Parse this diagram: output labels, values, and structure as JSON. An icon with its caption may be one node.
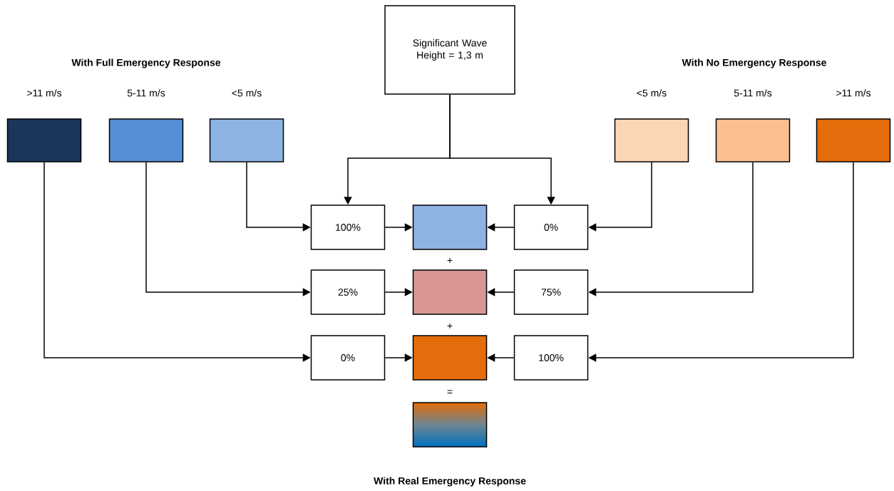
{
  "diagram": {
    "nodes": [
      {
        "text": [
          "Significant Wave Height = 1,3 m"
        ]
      },
      {
        "text": [
          ">11 m/s"
        ]
      },
      {
        "text": [
          "5-11 m/s"
        ]
      },
      {
        "text": [
          "<5 m/s"
        ]
      },
      {
        "text": [
          "<5 m/s"
        ]
      },
      {
        "text": [
          "5-11 m/s"
        ]
      },
      {
        "text": [
          ">11 m/s"
        ]
      },
      {
        "text": [
          "100%"
        ]
      },
      {
        "text": [],
        "shape": "box"
      },
      {
        "text": [
          "0%"
        ]
      },
      {
        "text": [
          "25%"
        ]
      },
      {
        "text": [],
        "shape": "box"
      },
      {
        "text": [
          "75%"
        ]
      },
      {
        "text": [
          "0%"
        ]
      },
      {
        "text": [],
        "shape": "box"
      },
      {
        "text": [
          "100%"
        ]
      },
      {
        "text": [],
        "shape": "box"
      }
    ],
    "edges": [
      {
        "from": 0,
        "to": 7,
        "arrow": "to"
      },
      {
        "from": 0,
        "to": 9,
        "arrow": "to"
      },
      {
        "from": 3,
        "to": 7,
        "arrow": "to"
      },
      {
        "from": 7,
        "to": 8,
        "arrow": "to"
      },
      {
        "from": 9,
        "to": 8,
        "arrow": "to"
      },
      {
        "from": 4,
        "to": 9,
        "arrow": "to"
      },
      {
        "from": 2,
        "to": 10,
        "arrow": "to"
      },
      {
        "from": 10,
        "to": 11,
        "arrow": "to"
      },
      {
        "from": 12,
        "to": 11,
        "arrow": "to"
      },
      {
        "from": 5,
        "to": 12,
        "arrow": "to"
      },
      {
        "from": 1,
        "to": 13,
        "arrow": "to"
      },
      {
        "from": 13,
        "to": 14,
        "arrow": "to"
      },
      {
        "from": 15,
        "to": 14,
        "arrow": "to"
      },
      {
        "from": 6,
        "to": 15,
        "arrow": "to"
      }
    ],
    "labels": [
      "With Full Emergency Response",
      "With No Emergency Response",
      "+",
      "+",
      "=",
      "With Real Emergency Response"
    ]
  }
}
